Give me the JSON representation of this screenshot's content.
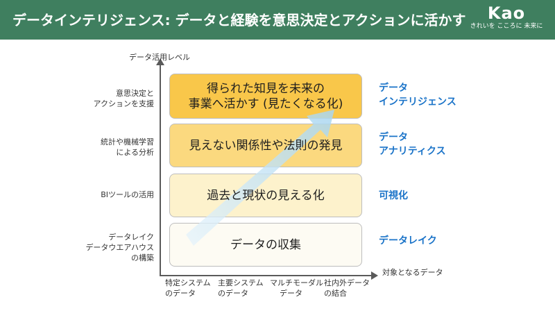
{
  "header": {
    "title": "データインテリジェンス: データと経験を意思決定とアクションに活かす",
    "logo_word": "Kao",
    "logo_tagline": "きれいを こころに 未来に",
    "background": "#3f7f5f"
  },
  "diagram": {
    "y_axis_title": "データ活用レベル",
    "x_axis_title": "対象となるデータ",
    "y_labels": [
      {
        "line1": "意思決定と",
        "line2": "アクションを支援"
      },
      {
        "line1": "統計や機械学習",
        "line2": "による分析"
      },
      {
        "line1": "BIツールの活用",
        "line2": ""
      },
      {
        "line1": "データレイク",
        "line2": "データウエアハウス",
        "line3": "の構築"
      }
    ],
    "x_labels": [
      {
        "line1": "特定システム",
        "line2": "のデータ"
      },
      {
        "line1": "主要システム",
        "line2": "のデータ"
      },
      {
        "line1": "マルチモーダル",
        "line2": "データ"
      },
      {
        "line1": "社内外データ",
        "line2": "の結合"
      }
    ],
    "boxes": [
      {
        "line1": "得られた知見を未来の",
        "line2": "事業へ活かす (見たくなる化)",
        "color": "#f9c74a"
      },
      {
        "line1": "見えない関係性や法則の発見",
        "color": "#fbd97f"
      },
      {
        "line1": "過去と現状の見える化",
        "color": "#fdf2cc"
      },
      {
        "line1": "データの収集",
        "color": "#fdfbf3"
      }
    ],
    "right_labels": [
      {
        "line1": "データ",
        "line2": "インテリジェンス"
      },
      {
        "line1": "データ",
        "line2": "アナリティクス"
      },
      {
        "line1": "可視化"
      },
      {
        "line1": "データレイク"
      }
    ],
    "accent_color": "#1a73c8",
    "arrow_color": "#cfe8f7"
  }
}
